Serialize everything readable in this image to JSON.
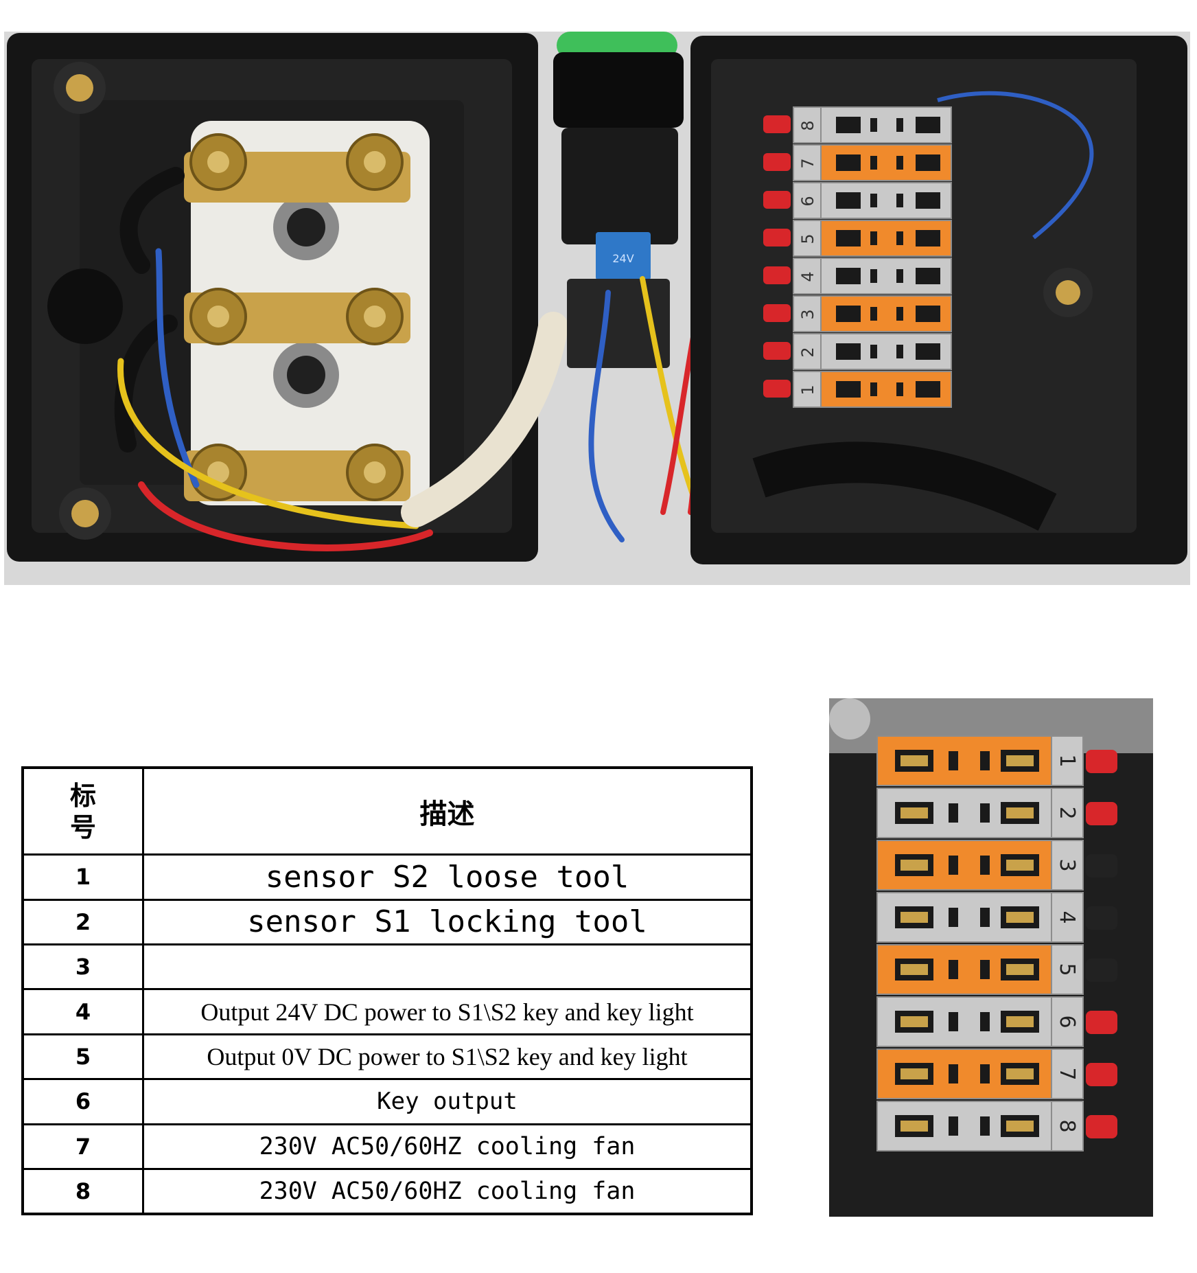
{
  "top_photo": {
    "button_label": "24V",
    "terminal_numbers": [
      "8",
      "7",
      "6",
      "5",
      "4",
      "3",
      "2",
      "1"
    ]
  },
  "side_photo": {
    "terminal_numbers": [
      "1",
      "2",
      "3",
      "4",
      "5",
      "6",
      "7",
      "8"
    ]
  },
  "table": {
    "header_num": "标号",
    "header_desc": "描述",
    "rows": [
      {
        "num": "1",
        "desc": "sensor S2 loose tool"
      },
      {
        "num": "2",
        "desc": "sensor S1 locking tool"
      },
      {
        "num": "3",
        "desc": ""
      },
      {
        "num": "4",
        "desc": "Output 24V DC power to S1\\S2 key and key light"
      },
      {
        "num": "5",
        "desc": "Output 0V DC power to S1\\S2 key and key light"
      },
      {
        "num": "6",
        "desc": "Key output"
      },
      {
        "num": "7",
        "desc": "230V AC50/60HZ cooling fan"
      },
      {
        "num": "8",
        "desc": "230V AC50/60HZ cooling fan"
      }
    ]
  },
  "colors": {
    "enclosure": "#1c1c1c",
    "terminal_orange": "#f08a2c",
    "terminal_grey": "#c9c9c9",
    "brass": "#c9a24a",
    "wire_red": "#d8262a",
    "wire_blue": "#2f5fc4",
    "wire_yellow": "#e6c21c",
    "button_green": "#3fbf5a",
    "button_blue": "#2f78c8"
  }
}
